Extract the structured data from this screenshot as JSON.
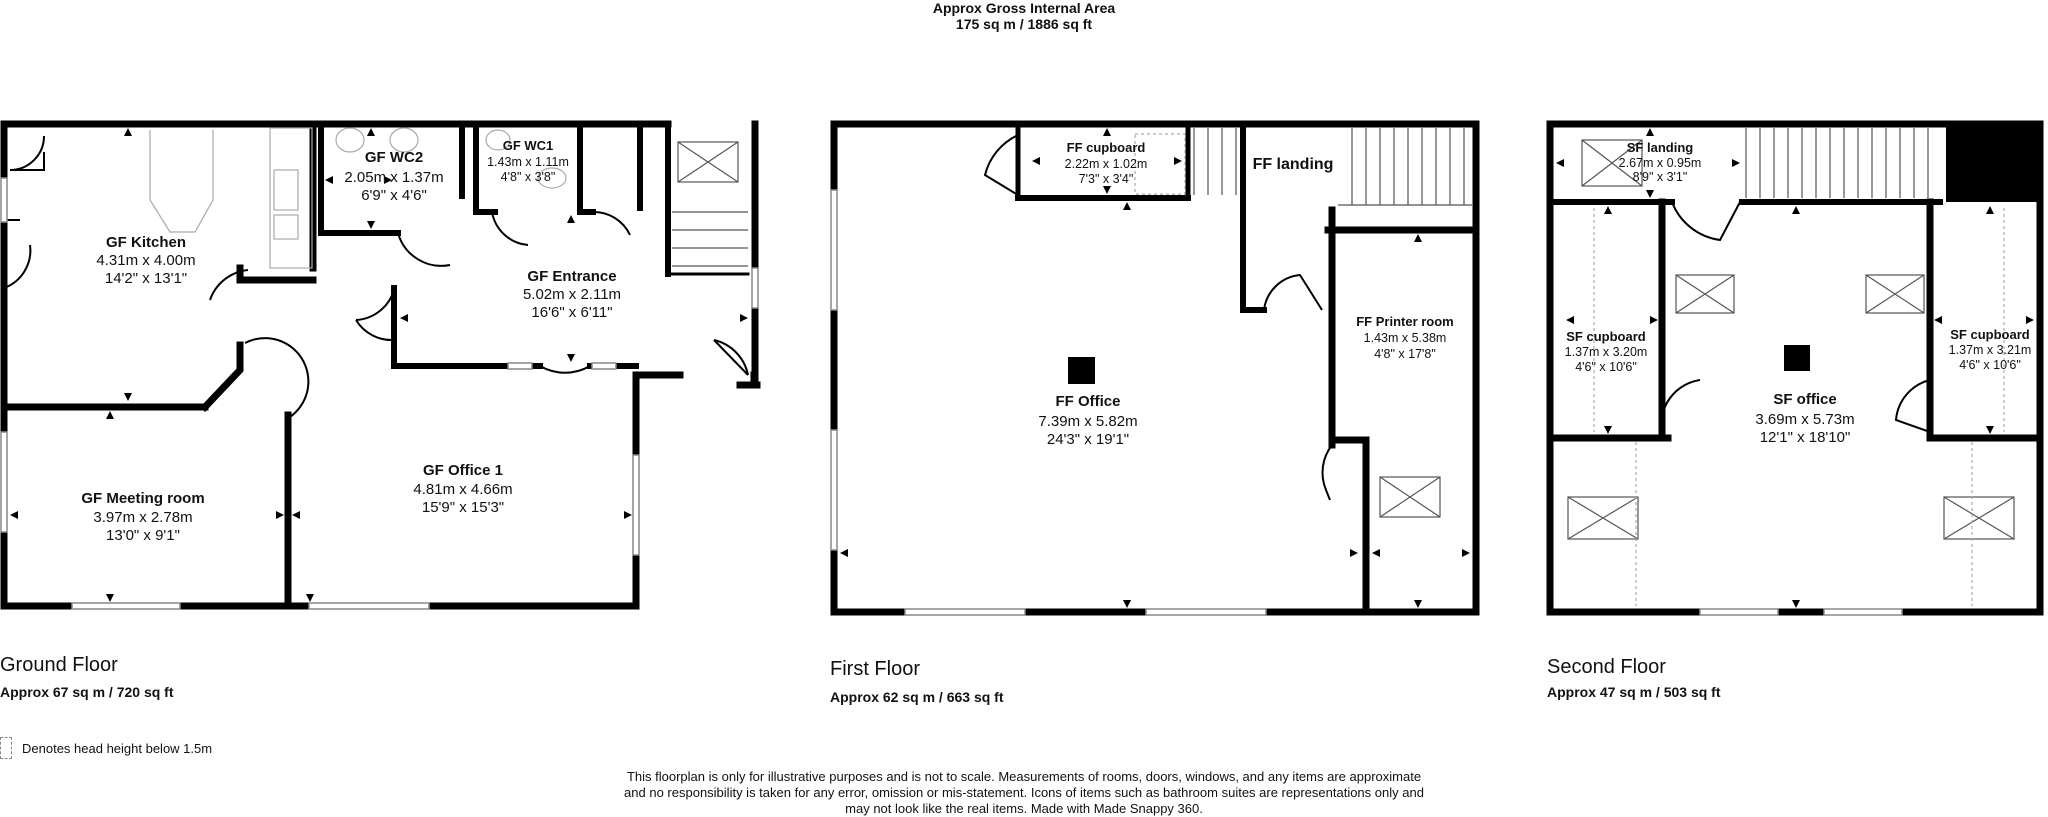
{
  "header": {
    "title": "Approx Gross Internal Area",
    "total": "175 sq m / 1886 sq ft"
  },
  "floors": {
    "ground": {
      "label": "Ground Floor",
      "area": "Approx 67 sq m / 720 sq ft",
      "rooms": {
        "kitchen": {
          "name": "GF Kitchen",
          "metric": "4.31m x 4.00m",
          "imperial": "14'2\" x 13'1\""
        },
        "wc2": {
          "name": "GF WC2",
          "metric": "2.05m x 1.37m",
          "imperial": "6'9\" x 4'6\""
        },
        "wc1": {
          "name": "GF WC1",
          "metric": "1.43m x 1.11m",
          "imperial": "4'8\" x 3'8\""
        },
        "entrance": {
          "name": "GF Entrance",
          "metric": "5.02m x 2.11m",
          "imperial": "16'6\" x 6'11\""
        },
        "meeting": {
          "name": "GF Meeting room",
          "metric": "3.97m x 2.78m",
          "imperial": "13'0\" x 9'1\""
        },
        "office1": {
          "name": "GF Office 1",
          "metric": "4.81m x 4.66m",
          "imperial": "15'9\" x 15'3\""
        }
      }
    },
    "first": {
      "label": "First Floor",
      "area": "Approx 62 sq m / 663 sq ft",
      "rooms": {
        "cupboard": {
          "name": "FF cupboard",
          "metric": "2.22m x 1.02m",
          "imperial": "7'3\" x 3'4\""
        },
        "landing": {
          "name": "FF landing"
        },
        "office": {
          "name": "FF Office",
          "metric": "7.39m x 5.82m",
          "imperial": "24'3\" x 19'1\""
        },
        "printer": {
          "name": "FF Printer room",
          "metric": "1.43m x 5.38m",
          "imperial": "4'8\" x 17'8\""
        }
      }
    },
    "second": {
      "label": "Second Floor",
      "area": "Approx 47 sq m / 503 sq ft",
      "rooms": {
        "landing": {
          "name": "SF landing",
          "metric": "2.67m x 0.95m",
          "imperial": "8'9\" x 3'1\""
        },
        "cupboard_left": {
          "name": "SF cupboard",
          "metric": "1.37m x 3.20m",
          "imperial": "4'6\" x 10'6\""
        },
        "cupboard_right": {
          "name": "SF cupboard",
          "metric": "1.37m x 3.21m",
          "imperial": "4'6\" x 10'6\""
        },
        "office": {
          "name": "SF office",
          "metric": "3.69m x 5.73m",
          "imperial": "12'1\" x 18'10\""
        }
      }
    }
  },
  "legend": {
    "text": "Denotes head height below 1.5m"
  },
  "disclaimer": {
    "line1": "This floorplan is only for illustrative purposes and is not to scale. Measurements of rooms, doors, windows, and any items are approximate",
    "line2": "and no responsibility is taken for any error, omission or mis-statement. Icons of items such as bathroom suites are representations only and",
    "line3": "may not look like the real items. Made with Made Snappy 360."
  },
  "colors": {
    "wall": "#000000",
    "window": "#bbbbbb",
    "fixture": "#888888",
    "background": "#ffffff"
  }
}
